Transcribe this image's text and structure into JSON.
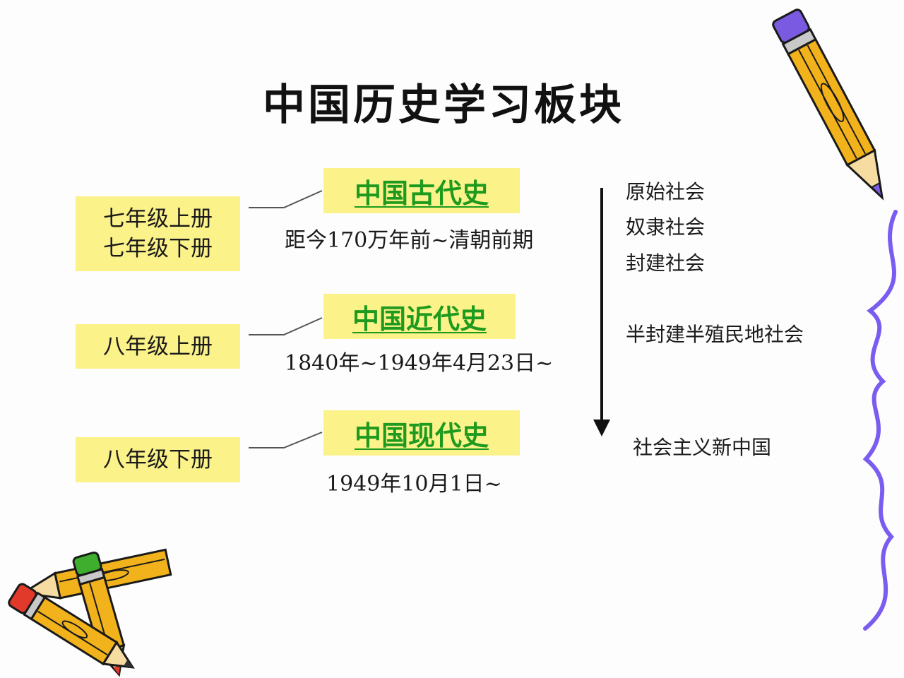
{
  "title": "中国历史学习板块",
  "grades": [
    {
      "lines": [
        "七年级上册",
        "七年级下册"
      ]
    },
    {
      "lines": [
        "八年级上册"
      ]
    },
    {
      "lines": [
        "八年级下册"
      ]
    }
  ],
  "periods": [
    {
      "name": "中国古代史",
      "range": "距今170万年前~清朝前期"
    },
    {
      "name": "中国近代史",
      "range": "1840年~1949年4月23日~"
    },
    {
      "name": "中国现代史",
      "range": "1949年10月1日~"
    }
  ],
  "stages": [
    "原始社会",
    "奴隶社会",
    "封建社会",
    "半封建半殖民地社会",
    "社会主义新中国"
  ],
  "colors": {
    "box_fill": "#fbf28a",
    "period_text": "#1e9a1e",
    "pencil_body": "#f2b21b",
    "pencil_outline": "#1a1a1a",
    "squiggle": "#7b5cf0",
    "eraser_red": "#e23a2a",
    "eraser_green": "#3fae2f",
    "pencil_purple": "#7a5ae0"
  },
  "decorations": [
    "pencil-icon",
    "squiggle-line-icon",
    "crossed-pencils-icon"
  ]
}
